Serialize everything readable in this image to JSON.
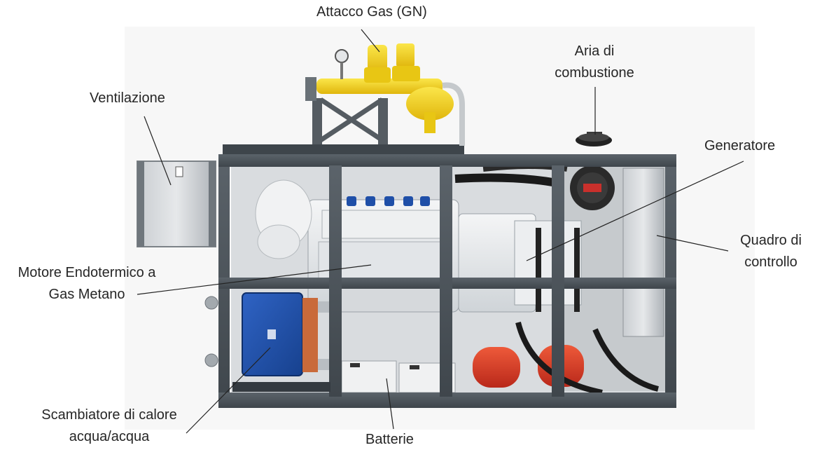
{
  "labels": {
    "gas_connection": "Attacco Gas (GN)",
    "combustion_air": [
      "Aria di",
      "combustione"
    ],
    "ventilation": "Ventilazione",
    "generator": "Generatore",
    "control_panel": [
      "Quadro di",
      "controllo"
    ],
    "engine": [
      "Motore Endotermico a",
      "Gas Metano"
    ],
    "heat_exchanger": [
      "Scambiatore di calore",
      "acqua/acqua"
    ],
    "batteries": "Batterie"
  },
  "colors": {
    "frame": "#4a5259",
    "gas_yellow": "#f2d21a",
    "exchanger_blue": "#1f4fa8",
    "vessel_red": "#d8361e",
    "engine_white": "#e9ecee",
    "panel_grey": "#b9bec3",
    "leader_line": "#222222"
  }
}
